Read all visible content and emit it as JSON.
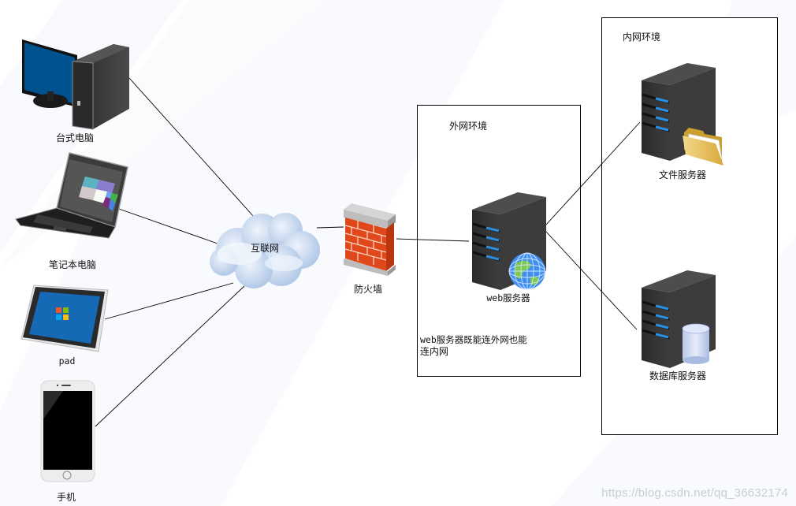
{
  "diagram": {
    "type": "network-topology",
    "devices": [
      {
        "id": "desktop",
        "label": "台式电脑",
        "icon": "desktop-computer-icon"
      },
      {
        "id": "laptop",
        "label": "笔记本电脑",
        "icon": "laptop-icon"
      },
      {
        "id": "pad",
        "label": "pad",
        "icon": "tablet-icon"
      },
      {
        "id": "phone",
        "label": "手机",
        "icon": "smartphone-icon"
      }
    ],
    "internet": {
      "label": "互联网",
      "icon": "cloud-icon"
    },
    "firewall": {
      "label": "防火墙",
      "icon": "firewall-brick-wall-icon"
    },
    "external_zone": {
      "title": "外网环境",
      "web_server": {
        "label": "web服务器",
        "icon": "web-server-globe-icon"
      },
      "note_line1": "web服务器既能连外网也能",
      "note_line2": "连内网"
    },
    "internal_zone": {
      "title": "内网环境",
      "file_server": {
        "label": "文件服务器",
        "icon": "file-server-folder-icon"
      },
      "db_server": {
        "label": "数据库服务器",
        "icon": "database-server-icon"
      }
    },
    "connections": [
      [
        "desktop",
        "internet"
      ],
      [
        "laptop",
        "internet"
      ],
      [
        "pad",
        "internet"
      ],
      [
        "phone",
        "internet"
      ],
      [
        "internet",
        "firewall"
      ],
      [
        "firewall",
        "web_server"
      ],
      [
        "web_server",
        "file_server"
      ],
      [
        "web_server",
        "db_server"
      ]
    ],
    "colors": {
      "line": "#000000",
      "zone_border": "#000000",
      "server_body": "#3a3a3a",
      "server_led": "#2a8fe0",
      "brick": "#e0471a",
      "cloud": "#c9d9ef"
    }
  },
  "watermark": "https://blog.csdn.net/qq_36632174"
}
